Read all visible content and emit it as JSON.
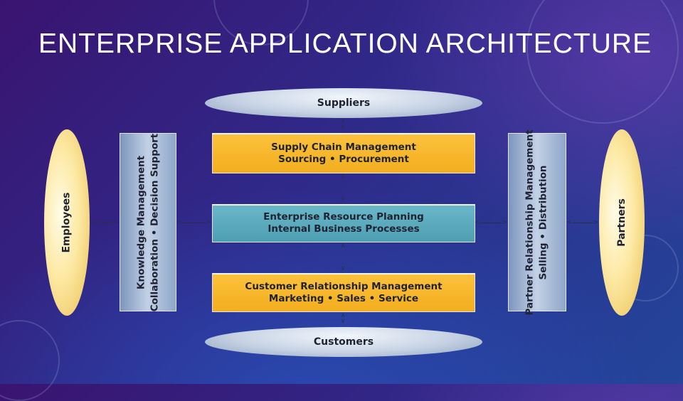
{
  "slide": {
    "title": "ENTERPRISE APPLICATION ARCHITECTURE"
  },
  "diagram": {
    "suppliers": "Suppliers",
    "customers": "Customers",
    "employees": "Employees",
    "partners": "Partners",
    "scm": {
      "line1": "Supply Chain Management",
      "line2": "Sourcing • Procurement"
    },
    "erp": {
      "line1": "Enterprise Resource Planning",
      "line2": "Internal Business Processes"
    },
    "crm": {
      "line1": "Customer Relationship Management",
      "line2": "Marketing • Sales • Service"
    },
    "km": {
      "line1": "Knowledge Management",
      "line2": "Collaboration • Decision Support"
    },
    "prm": {
      "line1": "Partner Relationship Management",
      "line2": "Selling • Distribution"
    }
  },
  "colors": {
    "background": "#2f2a8a",
    "yellow_box": "#f5b52a",
    "teal_box": "#5aa9bc",
    "side_bar": "#a9bcd8",
    "oval_blue": "#c6d2e4",
    "oval_yellow": "#fde9a3"
  }
}
